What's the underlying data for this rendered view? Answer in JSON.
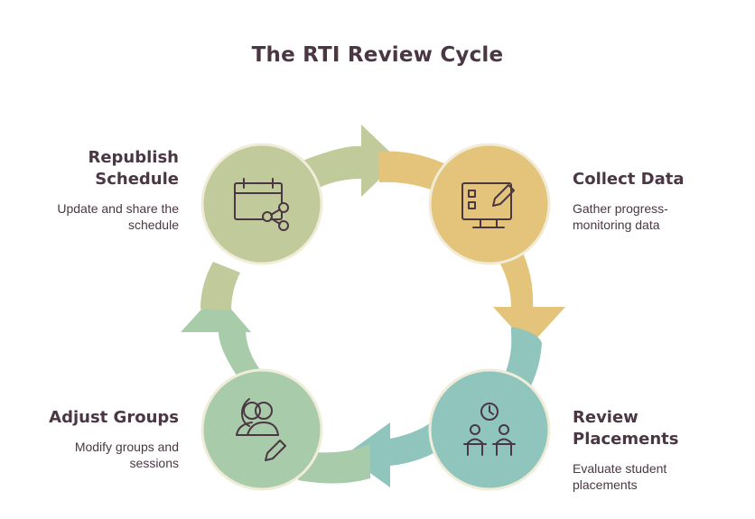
{
  "title": "The RTI Review Cycle",
  "steps": [
    {
      "label_line1": "Collect Data",
      "desc_line1": "Gather progress-",
      "desc_line2": "monitoring data",
      "icon": "monitor-pencil-icon",
      "color": "#e4c37a"
    },
    {
      "label_line1": "Review",
      "label_line2": "Placements",
      "desc_line1": "Evaluate student",
      "desc_line2": "placements",
      "icon": "students-clock-icon",
      "color": "#8fc5bd"
    },
    {
      "label_line1": "Adjust Groups",
      "desc_line1": "Modify groups and",
      "desc_line2": "sessions",
      "icon": "group-pencil-icon",
      "color": "#a8ccaa"
    },
    {
      "label_line1": "Republish",
      "label_line2": "Schedule",
      "desc_line1": "Update and share the",
      "desc_line2": "schedule",
      "icon": "calendar-share-icon",
      "color": "#c0ca9a"
    }
  ],
  "colors": {
    "text": "#4a3743",
    "icon_stroke": "#4a3743",
    "circle_border": "#f1ecd8"
  }
}
